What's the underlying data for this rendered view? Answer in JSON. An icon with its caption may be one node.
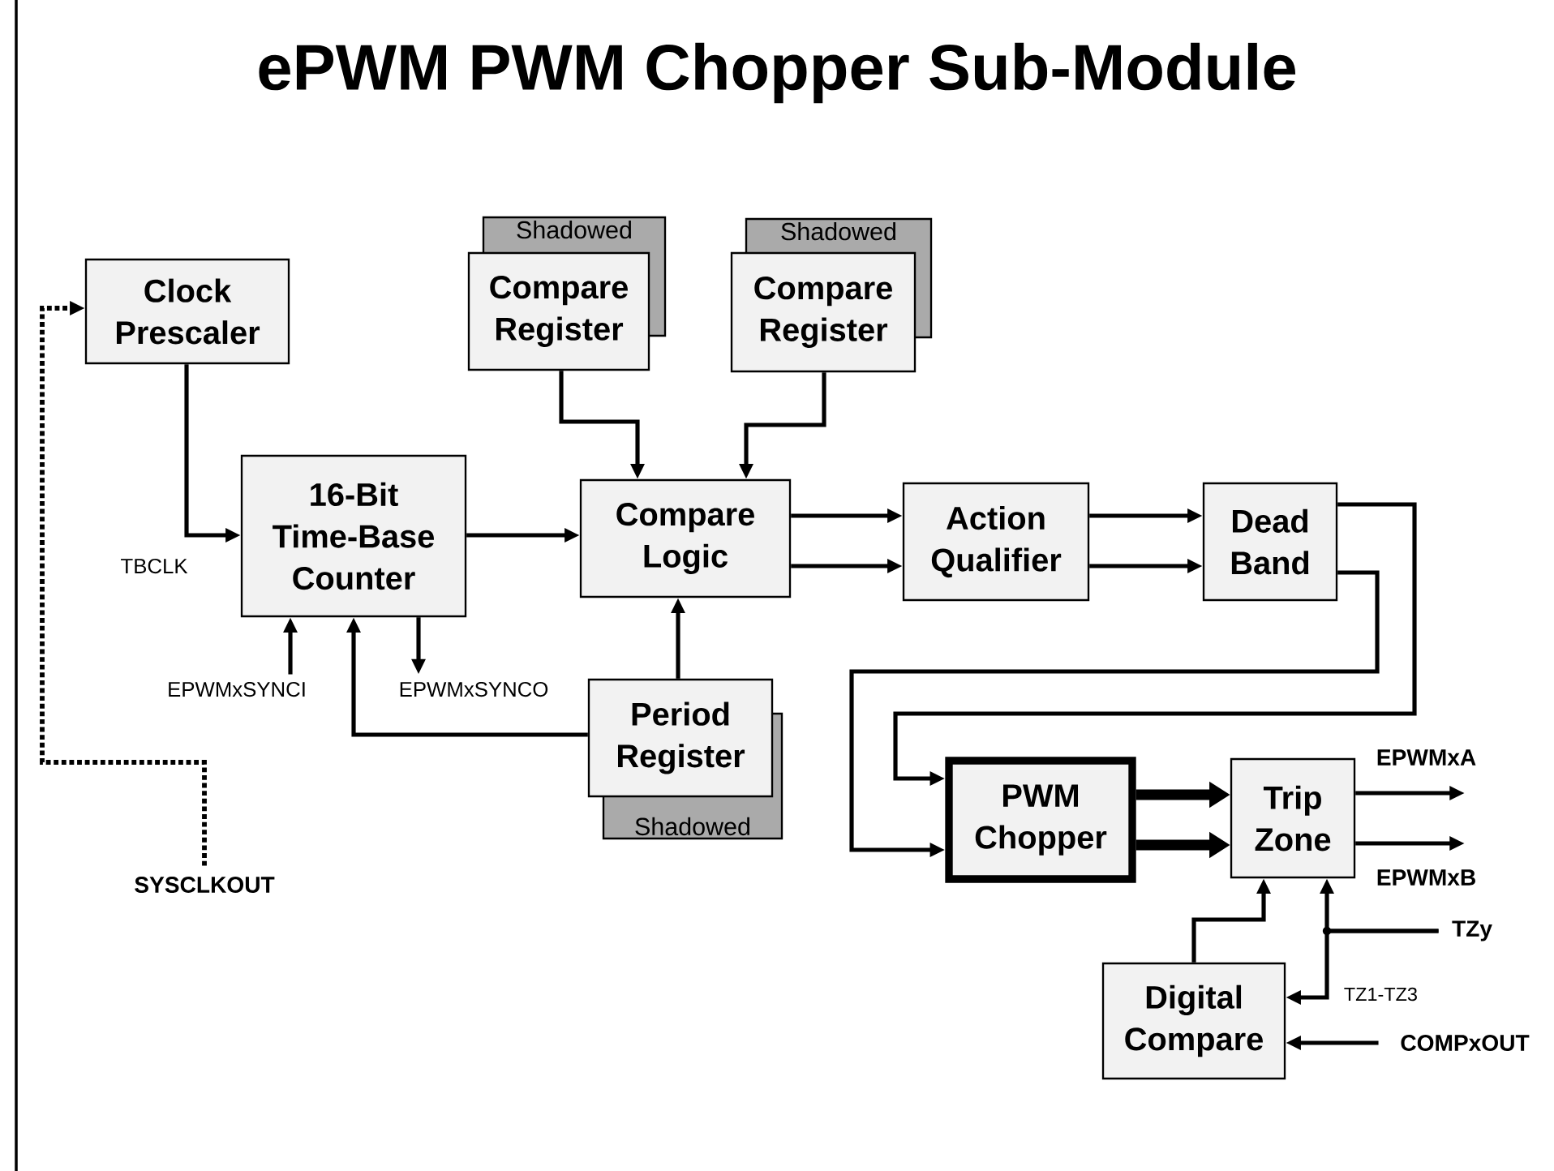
{
  "diagram": {
    "title": "ePWM PWM Chopper Sub-Module",
    "nodes": [
      {
        "text": [
          "Clock Prescaler"
        ]
      },
      {
        "text": [
          "Shadowed"
        ]
      },
      {
        "text": [
          "Compare Register"
        ]
      },
      {
        "text": [
          "Shadowed"
        ]
      },
      {
        "text": [
          "Compare Register"
        ]
      },
      {
        "text": [
          "16-Bit Time-Base Counter"
        ]
      },
      {
        "text": [
          "Compare Logic"
        ]
      },
      {
        "text": [
          "Action Qualifier"
        ]
      },
      {
        "text": [
          "Dead Band"
        ]
      },
      {
        "text": [
          "EPWMxSYNCI"
        ]
      },
      {
        "text": [
          "EPWMxSYNCO"
        ]
      },
      {
        "text": [
          "Period Register"
        ]
      },
      {
        "text": [
          "Shadowed"
        ]
      },
      {
        "text": [
          "SYSCLKOUT"
        ]
      },
      {
        "text": [
          "PWM Chopper"
        ]
      },
      {
        "text": [
          "Trip Zone"
        ]
      },
      {
        "text": [
          "TZy"
        ]
      },
      {
        "text": [
          "Digital Compare"
        ]
      },
      {
        "text": [
          "COMPxOUT"
        ]
      }
    ],
    "edges": [
      {
        "from": 0,
        "to": 5,
        "arrow": "to",
        "label": "TBCLK"
      },
      {
        "from": 2,
        "to": 6,
        "arrow": "to"
      },
      {
        "from": 4,
        "to": 6,
        "arrow": "to"
      },
      {
        "from": 5,
        "to": 6,
        "arrow": "to"
      },
      {
        "from": 6,
        "to": 7,
        "arrow": "to"
      },
      {
        "from": 6,
        "to": 7,
        "arrow": "to"
      },
      {
        "from": 7,
        "to": 8,
        "arrow": "to"
      },
      {
        "from": 7,
        "to": 8,
        "arrow": "to"
      },
      {
        "from": 8,
        "to": 14,
        "arrow": "to"
      },
      {
        "from": 8,
        "to": 14,
        "arrow": "to"
      },
      {
        "from": 14,
        "to": 15,
        "arrow": "to",
        "style": "thick"
      },
      {
        "from": 14,
        "to": 15,
        "arrow": "to",
        "style": "thick"
      },
      {
        "from": 15,
        "to": null,
        "arrow": "to",
        "label": "EPWMxA"
      },
      {
        "from": 15,
        "to": null,
        "arrow": "to",
        "label": "EPWMxB"
      },
      {
        "from": 9,
        "to": 5,
        "arrow": "to"
      },
      {
        "from": 5,
        "to": 10,
        "arrow": "to"
      },
      {
        "from": 11,
        "to": 5,
        "arrow": "to"
      },
      {
        "from": 11,
        "to": 6,
        "arrow": "to"
      },
      {
        "from": 13,
        "to": 0,
        "arrow": "to",
        "style": "dashed"
      },
      {
        "from": 17,
        "to": 15,
        "arrow": "to"
      },
      {
        "from": 16,
        "to": 15,
        "arrow": "to"
      },
      {
        "from": 16,
        "to": 17,
        "arrow": "to",
        "label": "TZ1-TZ3"
      },
      {
        "from": 18,
        "to": 17,
        "arrow": "to"
      }
    ]
  }
}
